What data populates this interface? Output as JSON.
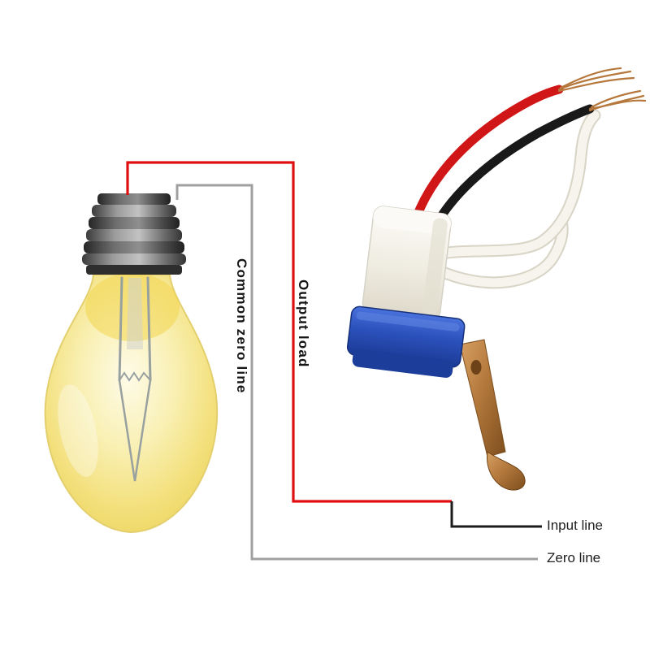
{
  "diagram": {
    "labels": {
      "common_zero_line": "Common zero line",
      "output_load": "Output load",
      "input_line": "Input line",
      "zero_line": "Zero line"
    },
    "colors": {
      "output_load_wire": "#e01010",
      "common_zero_wire": "#a0a0a0",
      "input_pointer_line": "#1c1c1c",
      "bulb_glow": "#f3e07c",
      "bulb_base_metal": "#8f8f8f",
      "sensor_body_white": "#efece1",
      "sensor_base_blue": "#2b51bb",
      "bracket_copper": "#b4793c",
      "supply_wire_red": "#d01616",
      "supply_wire_black": "#191919",
      "supply_wire_white": "#f6f4ed",
      "bare_copper": "#b5773c"
    }
  }
}
